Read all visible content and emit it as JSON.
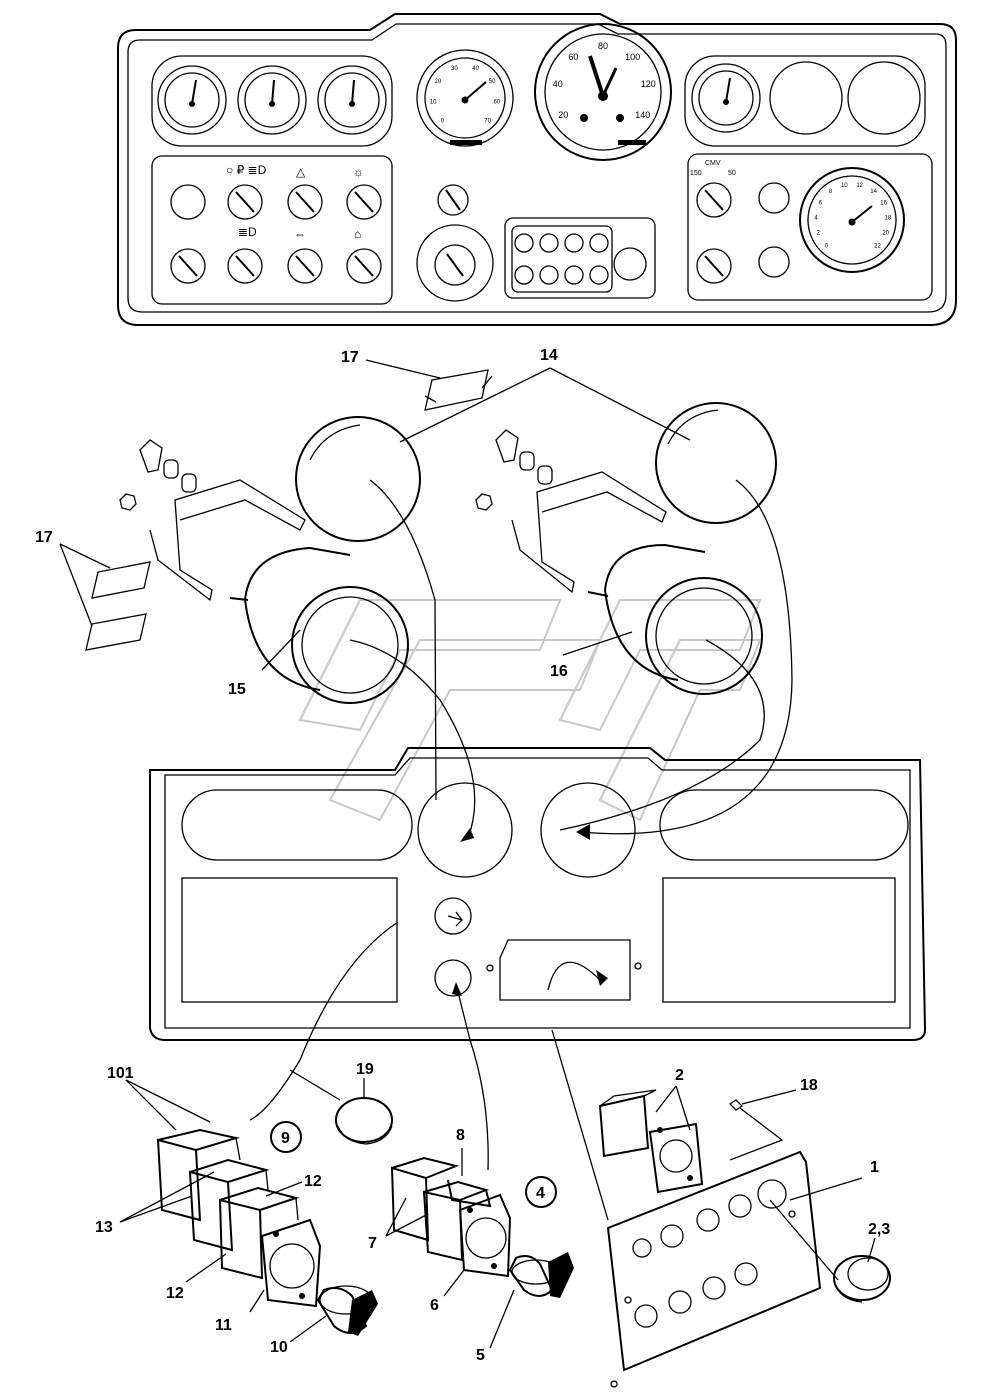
{
  "callouts": {
    "c17a": "17",
    "c14": "14",
    "c17b": "17",
    "c15": "15",
    "c16": "16",
    "c101": "101",
    "c19": "19",
    "c9": "9",
    "c13": "13",
    "c12a": "12",
    "c12b": "12",
    "c11": "11",
    "c10": "10",
    "c8": "8",
    "c4": "4",
    "c7": "7",
    "c6": "6",
    "c5": "5",
    "c2": "2",
    "c18": "18",
    "c1": "1",
    "c23": "2,3"
  },
  "gauge_labels": {
    "cmv": "CMV",
    "cmv_150": "150",
    "cmv_50": "50"
  },
  "speedo_ticks": [
    "20",
    "40",
    "60",
    "80",
    "100",
    "120",
    "140"
  ],
  "tacho_ticks": [
    "0",
    "10",
    "20",
    "30",
    "40",
    "50",
    "60",
    "70"
  ],
  "pressure_ticks": [
    "0",
    "2",
    "4",
    "6",
    "8",
    "10",
    "12",
    "14",
    "16",
    "18",
    "20",
    "22"
  ],
  "icons": [
    "parking-light-icon",
    "headlight-icon",
    "hazard-icon",
    "work-light-icon",
    "turn-signal-icon",
    "wiper-icon",
    "battery-icon",
    "fuel-icon"
  ],
  "colors": {
    "line": "#000000",
    "watermark": "#c8c8c8",
    "background": "#ffffff"
  }
}
